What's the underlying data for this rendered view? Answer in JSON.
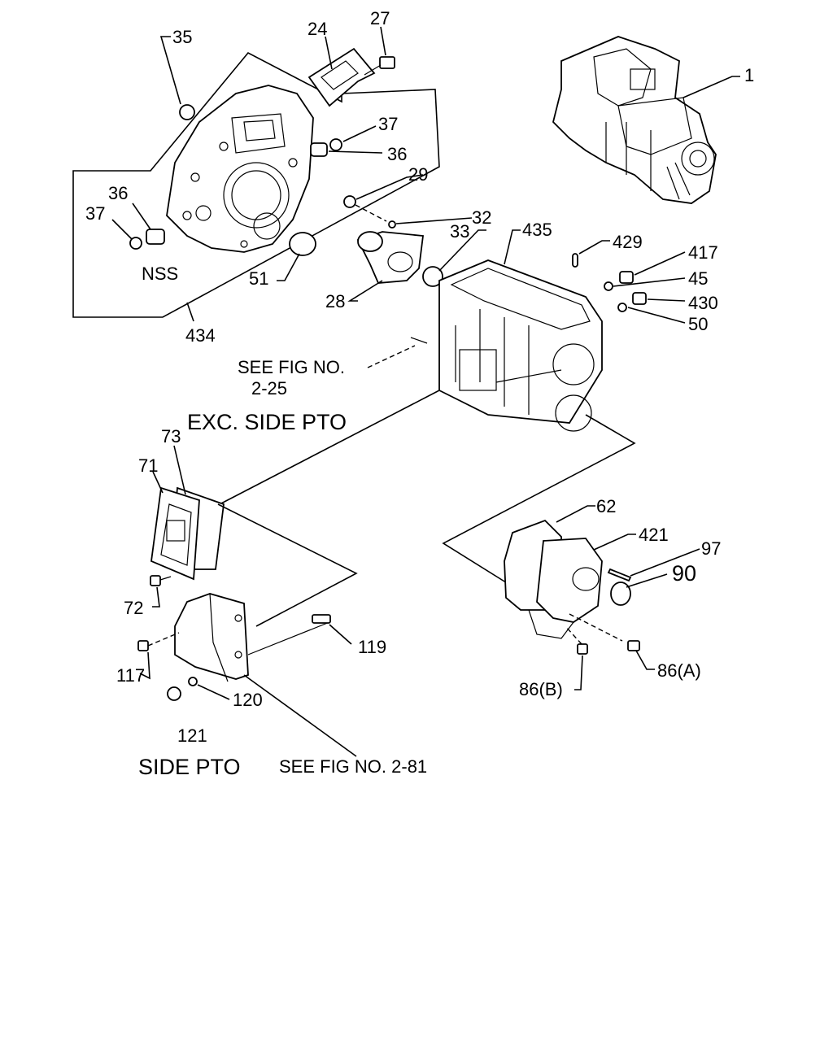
{
  "labels": {
    "l35": "35",
    "l24": "24",
    "l27": "27",
    "l1": "1",
    "l37a": "37",
    "l36a": "36",
    "l29": "29",
    "l36b": "36",
    "l37b": "37",
    "lNSS": "NSS",
    "l32": "32",
    "l33": "33",
    "l435": "435",
    "l429": "429",
    "l417": "417",
    "l45": "45",
    "l430": "430",
    "l50": "50",
    "l51": "51",
    "l28": "28",
    "l434": "434",
    "see_fig_a": "SEE FIG NO.",
    "see_fig_a2": "2-25",
    "l73": "73",
    "l71": "71",
    "l72": "72",
    "l62": "62",
    "l421": "421",
    "l97": "97",
    "l90": "90",
    "l119": "119",
    "l117": "117",
    "l120": "120",
    "l121": "121",
    "l86a": "86(A)",
    "l86b": "86(B)",
    "see_fig_b": "SEE FIG NO. 2-81"
  },
  "headings": {
    "exc_side_pto": "EXC. SIDE PTO",
    "side_pto": "SIDE PTO"
  }
}
